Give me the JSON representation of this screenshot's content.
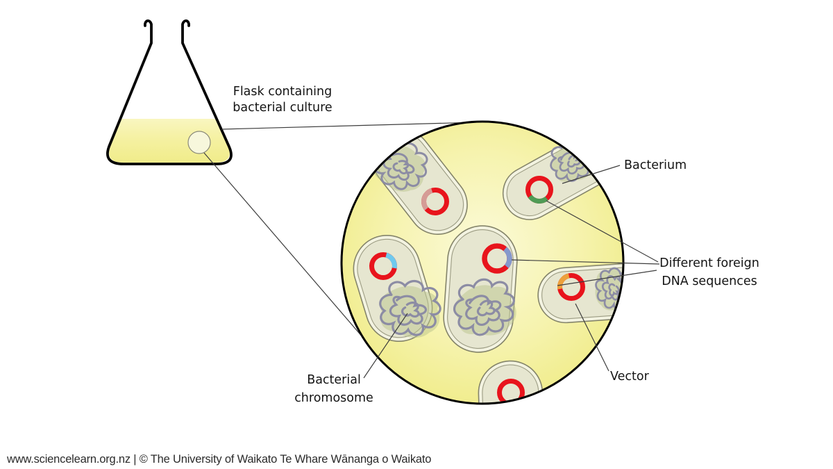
{
  "diagram": {
    "labels": {
      "flask_line1": "Flask containing",
      "flask_line2": "bacterial culture",
      "bacterium": "Bacterium",
      "dna_line1": "Different foreign",
      "dna_line2": "DNA sequences",
      "vector": "Vector",
      "chromosome_line1": "Bacterial",
      "chromosome_line2": "chromosome"
    },
    "colors": {
      "culture_yellow_edge": "#efeb84",
      "culture_yellow_center": "#faf9d2",
      "liquid_top": "#f9f6c0",
      "liquid_bottom": "#f0ec8a",
      "bacterium_band": "#f3f3e1",
      "bacterium_fill": "#e6e6d0",
      "plasmid_red": "#e8141c",
      "chromosome_grey": "#8c8ca4",
      "chromosome_blob": "#b9c48c",
      "dna_faded_red": "#d59c96",
      "dna_green": "#4f9b55",
      "dna_cyan": "#6fc9ee",
      "dna_blue": "#8598cc",
      "dna_orange": "#eda13c",
      "outline_black": "#000000",
      "leader_line": "#3d3d3d"
    }
  },
  "footer": {
    "text": "www.sciencelearn.org.nz | © The University of Waikato Te Whare Wānanga o Waikato"
  }
}
